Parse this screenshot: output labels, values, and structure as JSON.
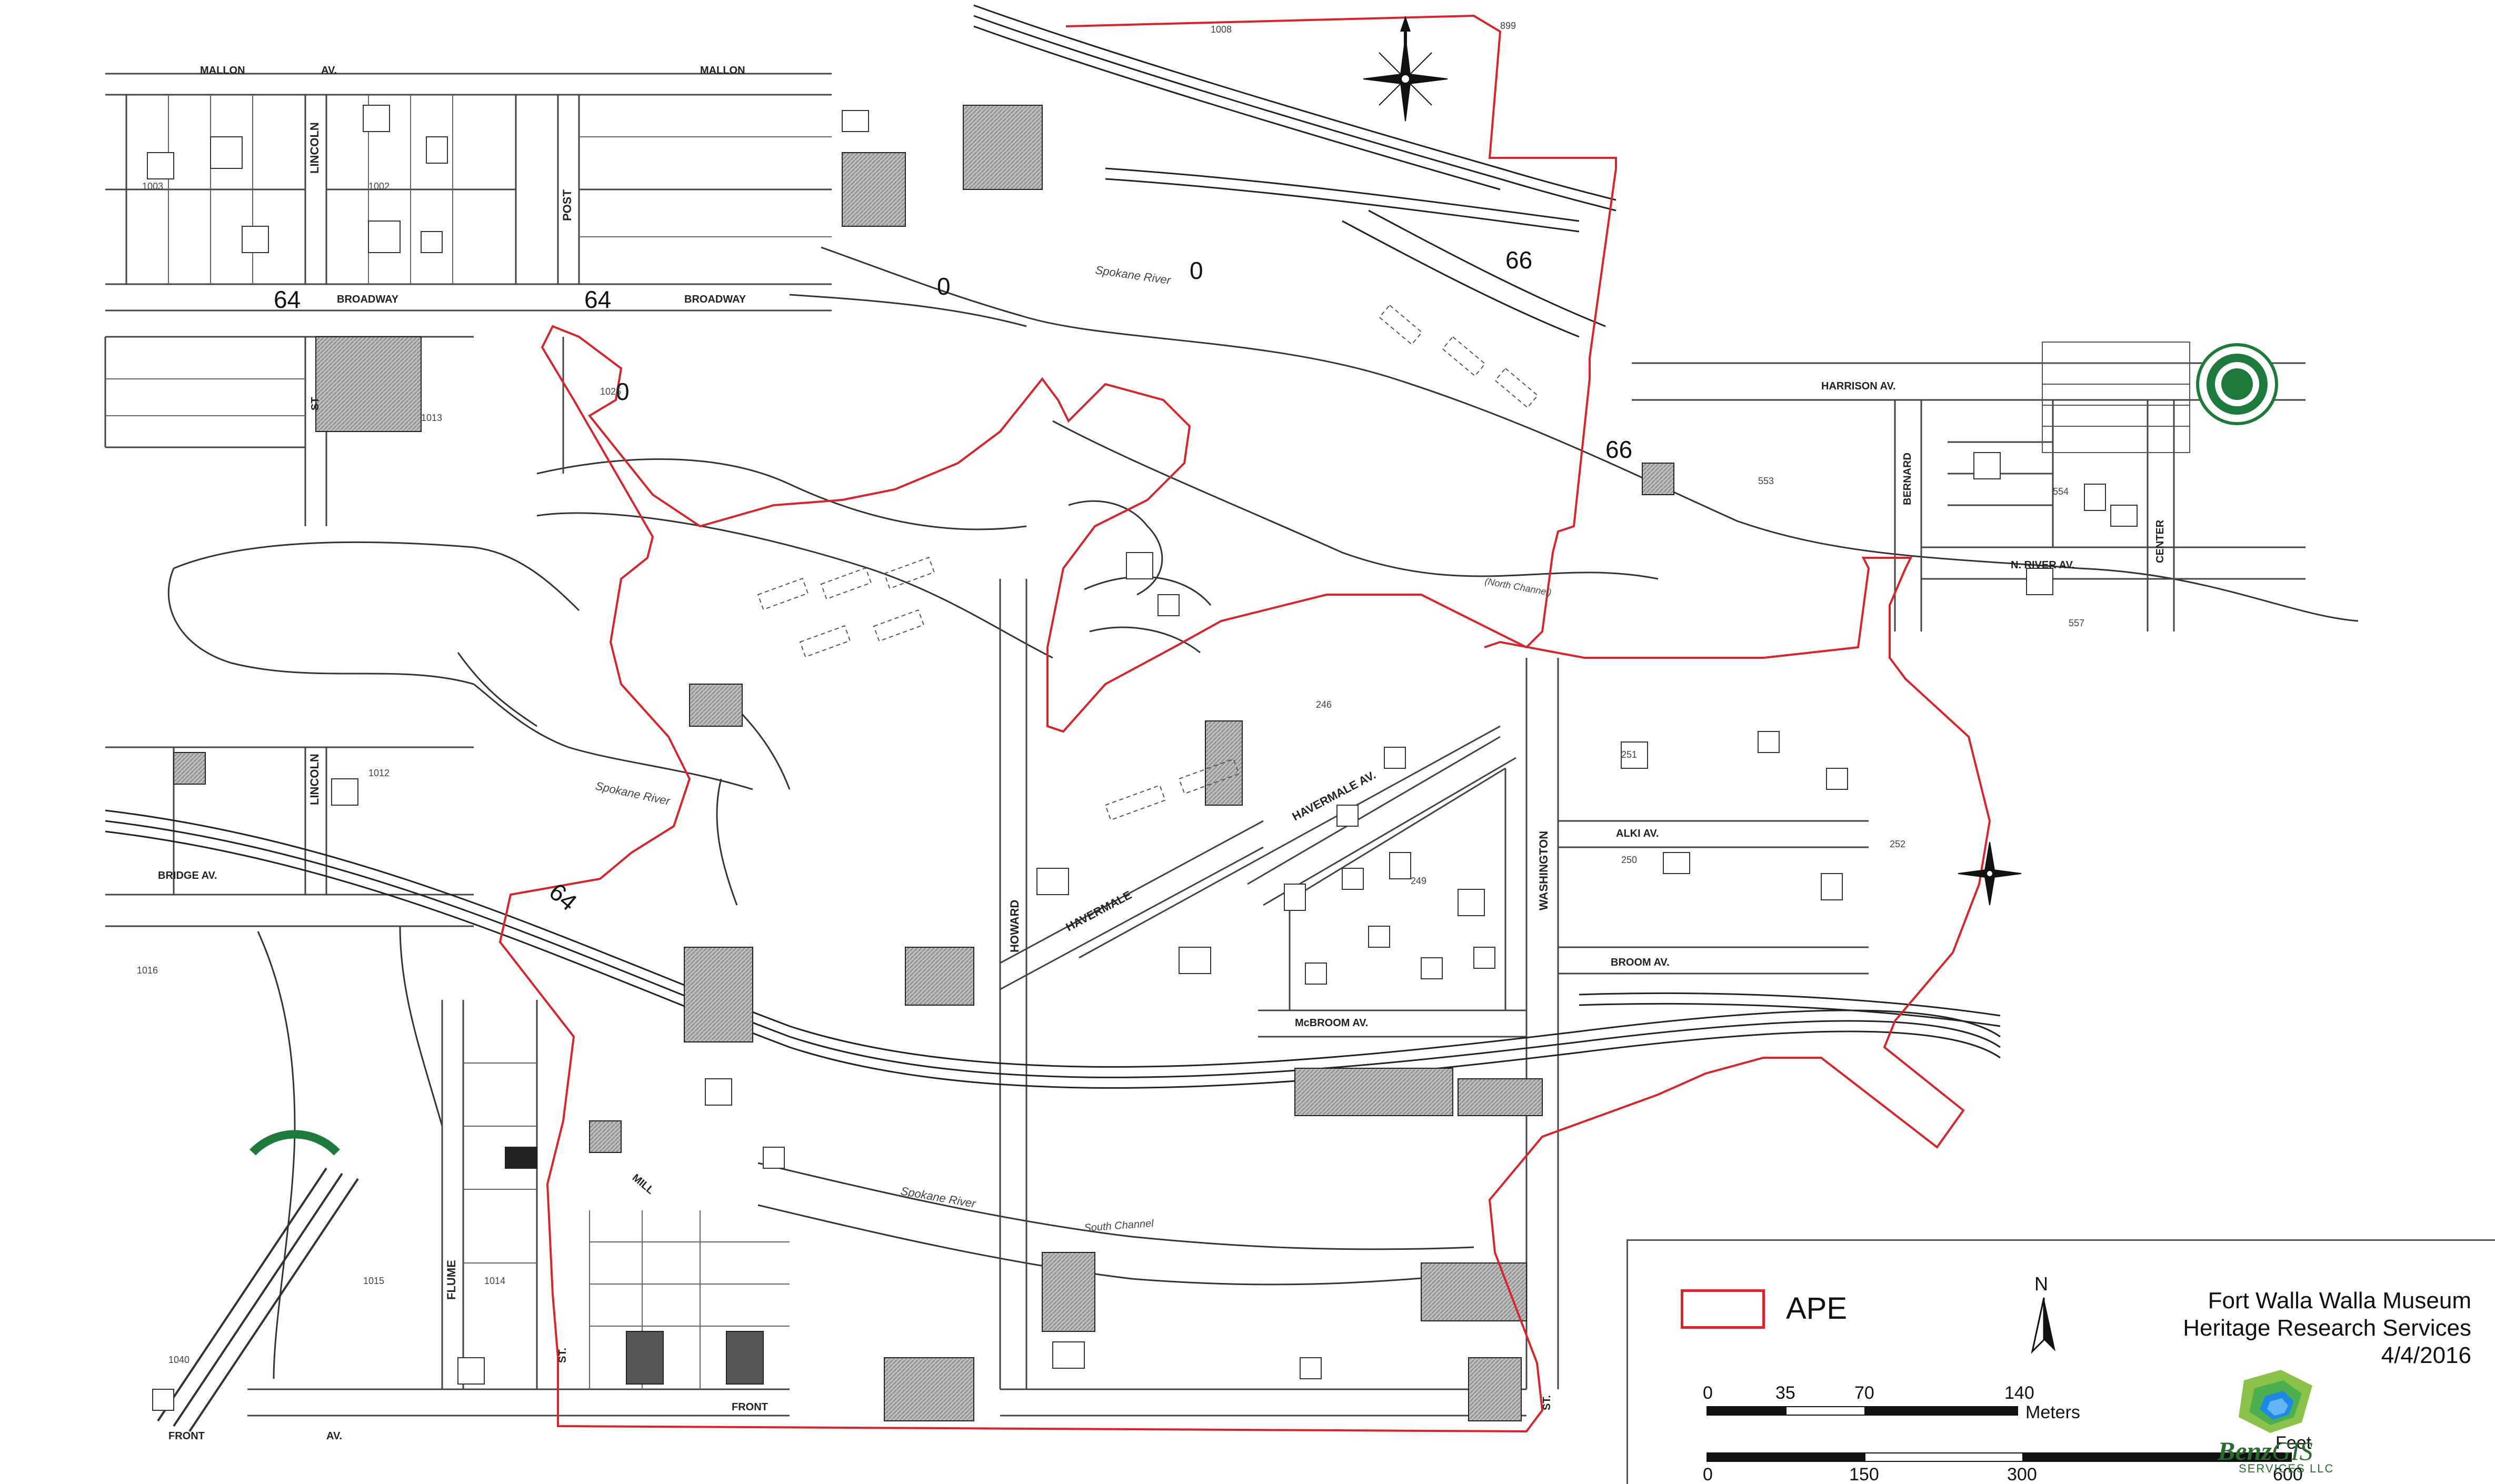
{
  "legend": {
    "ape_label": "APE",
    "north_letter": "N",
    "credit_lines": [
      "Fort Walla Walla Museum",
      "Heritage Research Services",
      "4/4/2016"
    ],
    "scale_meters_label": "Meters",
    "scale_feet_label": "Feet",
    "scale_meters_ticks": [
      "0",
      "35",
      "70",
      "140"
    ],
    "scale_feet_ticks": [
      "0",
      "150",
      "300",
      "600"
    ],
    "logo_word": "Benz",
    "logo_word_2": "GIS",
    "logo_sub": "SERVICES LLC",
    "ape_color": "#d4262c"
  },
  "streets": {
    "mallon_left": "MALLON",
    "av_left": "AV.",
    "mallon_right": "MALLON",
    "broadway_left": "BROADWAY",
    "broadway_right": "BROADWAY",
    "lincoln_top": "LINCOLN",
    "post": "POST",
    "st": "ST",
    "lincoln_mid": "LINCOLN",
    "bridge": "BRIDGE AV.",
    "harrison": "HARRISON AV.",
    "bernard": "BERNARD",
    "center": "CENTER",
    "n_river": "N. RIVER AV.",
    "havermale_av": "HAVERMALE AV.",
    "havermale": "HAVERMALE",
    "alki": "ALKI AV.",
    "broom": "BROOM AV.",
    "mcbroom": "McBROOM AV.",
    "washington": "WASHINGTON",
    "howard": "HOWARD",
    "mill": "MILL",
    "flume": "FLUME",
    "front_left": "FRONT",
    "front_av": "AV.",
    "front_mid": "FRONT",
    "st_bottom": "ST.",
    "st_right": "ST."
  },
  "sheets": {
    "s64a": "64",
    "s64b": "64",
    "s66a": "66",
    "s66b": "66",
    "s0a": "0",
    "s0b": "0",
    "s0c": "0",
    "s64c": "64"
  },
  "lots": {
    "l1003": "1003",
    "l1002": "1002",
    "l1013": "1013",
    "l1025": "1025",
    "l1012": "1012",
    "l1015": "1015",
    "l1014": "1014",
    "l1040": "1040",
    "l1016": "1016",
    "l553": "553",
    "l554": "554",
    "l557": "557",
    "l1008": "1008",
    "l899": "899",
    "l246": "246",
    "l249": "249",
    "l251": "251",
    "l252": "252",
    "l250": "250"
  },
  "river_labels": {
    "spokane_river_a": "Spokane River",
    "spokane_river_b": "Spokane River",
    "spokane_river_c": "Spokane River",
    "south_channel": "South Channel",
    "north_channel": "(North Channel)"
  }
}
